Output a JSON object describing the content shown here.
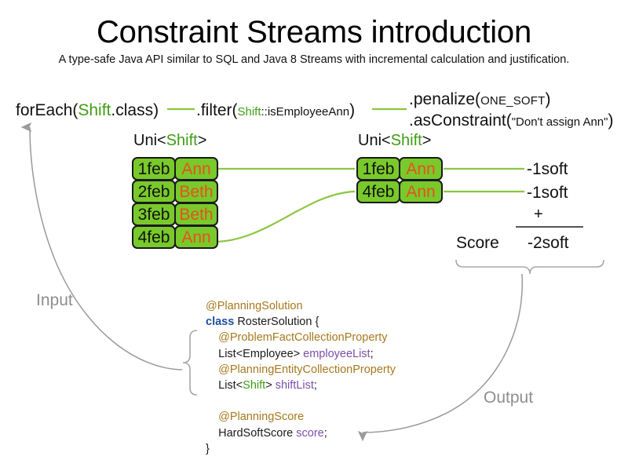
{
  "header": {
    "title": "Constraint Streams introduction",
    "subtitle": "A type-safe Java API similar to SQL and Java 8 Streams with incremental calculation and justification."
  },
  "api_chain": {
    "for_each": {
      "prefix": "forEach(",
      "type": "Shift",
      "suffix": ".class)"
    },
    "filter": {
      "prefix": ".filter(",
      "type": "Shift",
      "method": "::isEmployeeAnn",
      "suffix": ")"
    },
    "penalize": {
      "prefix": ".penalize(",
      "arg": "ONE_SOFT",
      "suffix": ")"
    },
    "as_constraint": {
      "prefix": ".asConstraint(",
      "arg": "\"Don't assign Ann\"",
      "suffix": ")"
    }
  },
  "streams": {
    "left": {
      "label_prefix": "Uni<",
      "label_type": "Shift",
      "label_suffix": ">",
      "rows": [
        {
          "date": "1feb",
          "employee": "Ann"
        },
        {
          "date": "2feb",
          "employee": "Beth"
        },
        {
          "date": "3feb",
          "employee": "Beth"
        },
        {
          "date": "4feb",
          "employee": "Ann"
        }
      ]
    },
    "right": {
      "label_prefix": "Uni<",
      "label_type": "Shift",
      "label_suffix": ">",
      "rows": [
        {
          "date": "1feb",
          "employee": "Ann"
        },
        {
          "date": "4feb",
          "employee": "Ann"
        }
      ]
    }
  },
  "score_panel": {
    "penalties": [
      "-1soft",
      "-1soft"
    ],
    "operator": "+",
    "label": "Score",
    "total": "-2soft"
  },
  "code": {
    "lines": [
      {
        "indent": 0,
        "parts": [
          {
            "t": "@PlanningSolution",
            "c": "ann"
          }
        ]
      },
      {
        "indent": 0,
        "parts": [
          {
            "t": "class",
            "c": "kw"
          },
          {
            "t": " RosterSolution {",
            "c": ""
          }
        ]
      },
      {
        "indent": 1,
        "parts": [
          {
            "t": "@ProblemFactCollectionProperty",
            "c": "ann"
          }
        ]
      },
      {
        "indent": 1,
        "parts": [
          {
            "t": "List<Employee> ",
            "c": ""
          },
          {
            "t": "employeeList",
            "c": "fld"
          },
          {
            "t": ";",
            "c": ""
          }
        ]
      },
      {
        "indent": 1,
        "parts": [
          {
            "t": "@PlanningEntityCollectionProperty",
            "c": "ann"
          }
        ]
      },
      {
        "indent": 1,
        "parts": [
          {
            "t": "List<",
            "c": ""
          },
          {
            "t": "Shift",
            "c": "gcls"
          },
          {
            "t": "> ",
            "c": ""
          },
          {
            "t": "shiftList",
            "c": "fld"
          },
          {
            "t": ";",
            "c": ""
          }
        ]
      },
      {
        "indent": 0,
        "parts": []
      },
      {
        "indent": 1,
        "parts": [
          {
            "t": "@PlanningScore",
            "c": "ann"
          }
        ]
      },
      {
        "indent": 1,
        "parts": [
          {
            "t": "HardSoftScore ",
            "c": ""
          },
          {
            "t": "score",
            "c": "fld"
          },
          {
            "t": ";",
            "c": ""
          }
        ]
      },
      {
        "indent": 0,
        "parts": [
          {
            "t": "}",
            "c": ""
          }
        ]
      }
    ]
  },
  "annotations": {
    "input_label": "Input",
    "output_label": "Output"
  },
  "colors": {
    "fact_fill": "#79c92b",
    "fact_border": "#1a1a1a",
    "employee_text": "#e8501e",
    "stream_line": "#8cc63f",
    "type_green": "#3f9d14",
    "annotation_gold": "#a6791d",
    "keyword_blue": "#1d4f9c",
    "field_purple": "#7b4fa8",
    "gray_annotation": "#8e8e8e"
  }
}
